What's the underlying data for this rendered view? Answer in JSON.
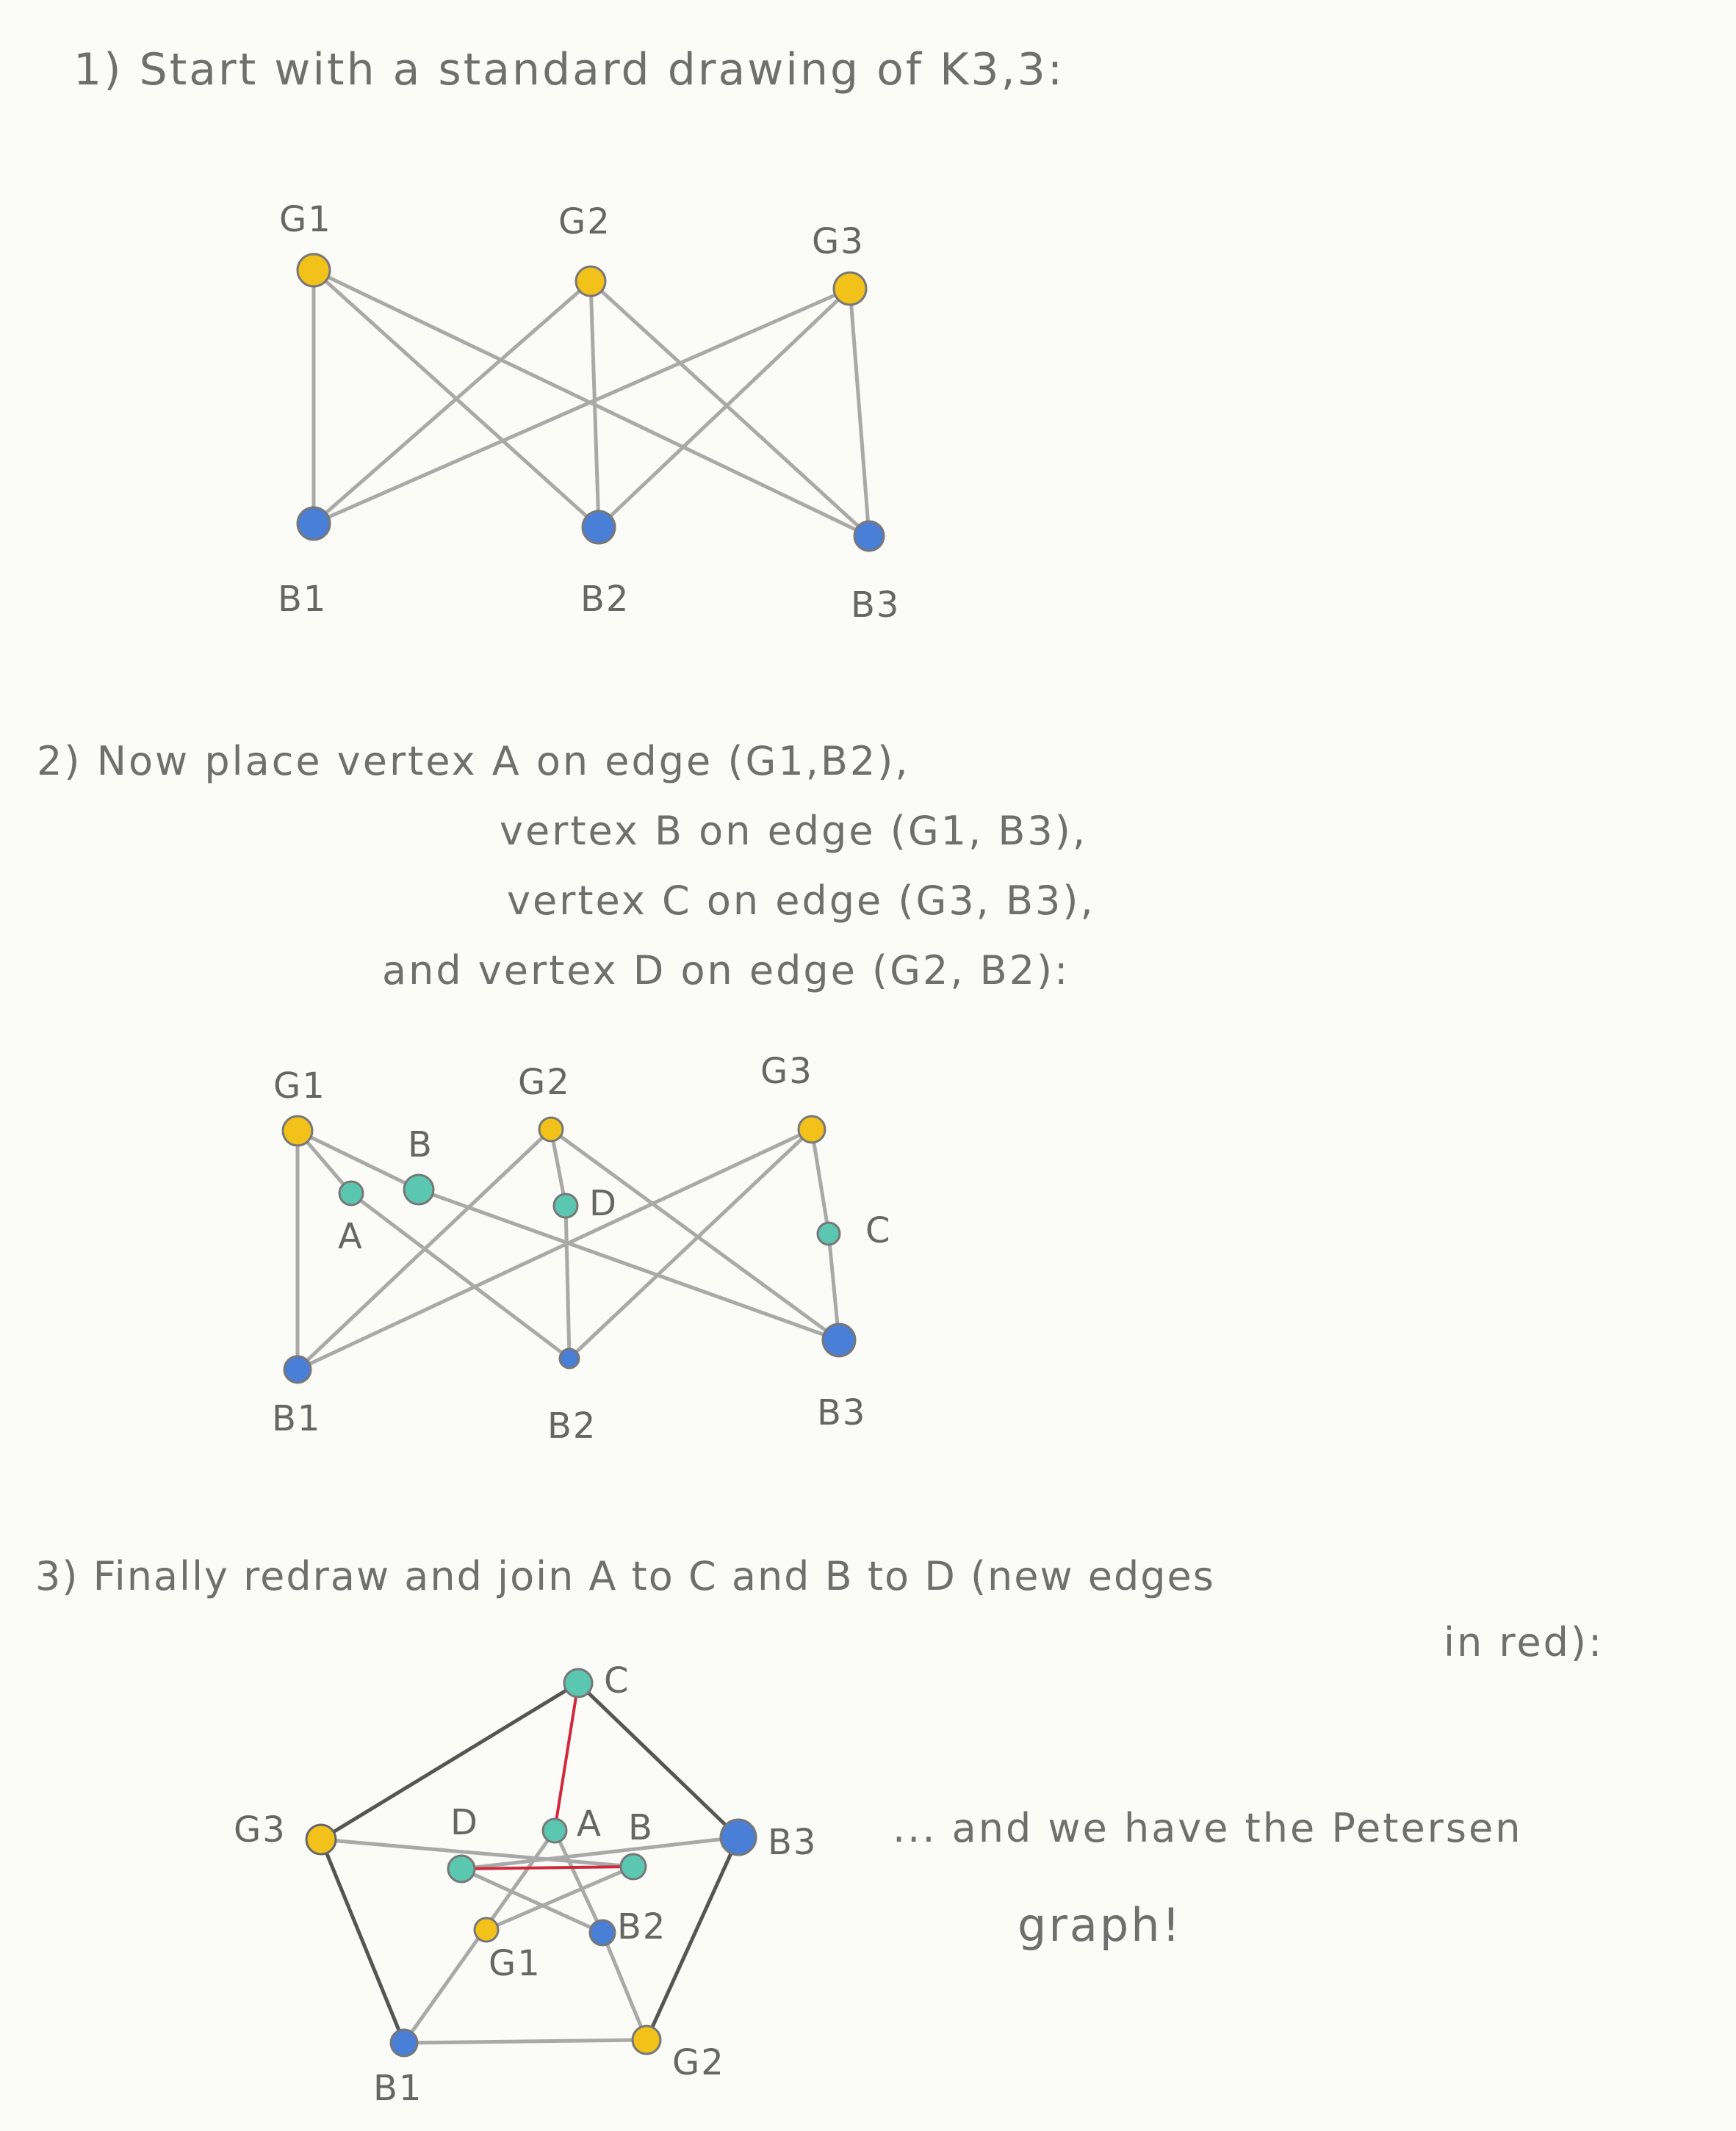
{
  "steps": {
    "s1": "1) Start with a standard drawing of K3,3:",
    "s2_line1": "2) Now place vertex A on edge (G1,B2),",
    "s2_line2": "vertex B on edge (G1, B3),",
    "s2_line3": "vertex C on edge (G3, B3),",
    "s2_line4": "and vertex D on edge (G2, B2):",
    "s3_line1": "3) Finally redraw and join A to C and B to D (new edges",
    "s3_line2": "in red):",
    "conclusion_line1": "... and we have the Petersen",
    "conclusion_line2": "graph!"
  },
  "colors": {
    "green_vertex": "#f2c21b",
    "blue_vertex": "#4a7fd8",
    "new_vertex": "#5cc7b1",
    "old_edge": "#a9a9a9",
    "new_edge": "#d0283c"
  },
  "diagram1": {
    "labels": {
      "G1": "G1",
      "G2": "G2",
      "G3": "G3",
      "B1": "B1",
      "B2": "B2",
      "B3": "B3"
    }
  },
  "diagram2": {
    "labels": {
      "G1": "G1",
      "G2": "G2",
      "G3": "G3",
      "B1": "B1",
      "B2": "B2",
      "B3": "B3",
      "A": "A",
      "B": "B",
      "C": "C",
      "D": "D"
    }
  },
  "diagram3": {
    "labels": {
      "C": "C",
      "G3": "G3",
      "B3": "B3",
      "D": "D",
      "A": "A",
      "B": "B",
      "G1": "G1",
      "B2": "B2",
      "B1": "B1",
      "G2": "G2"
    }
  }
}
